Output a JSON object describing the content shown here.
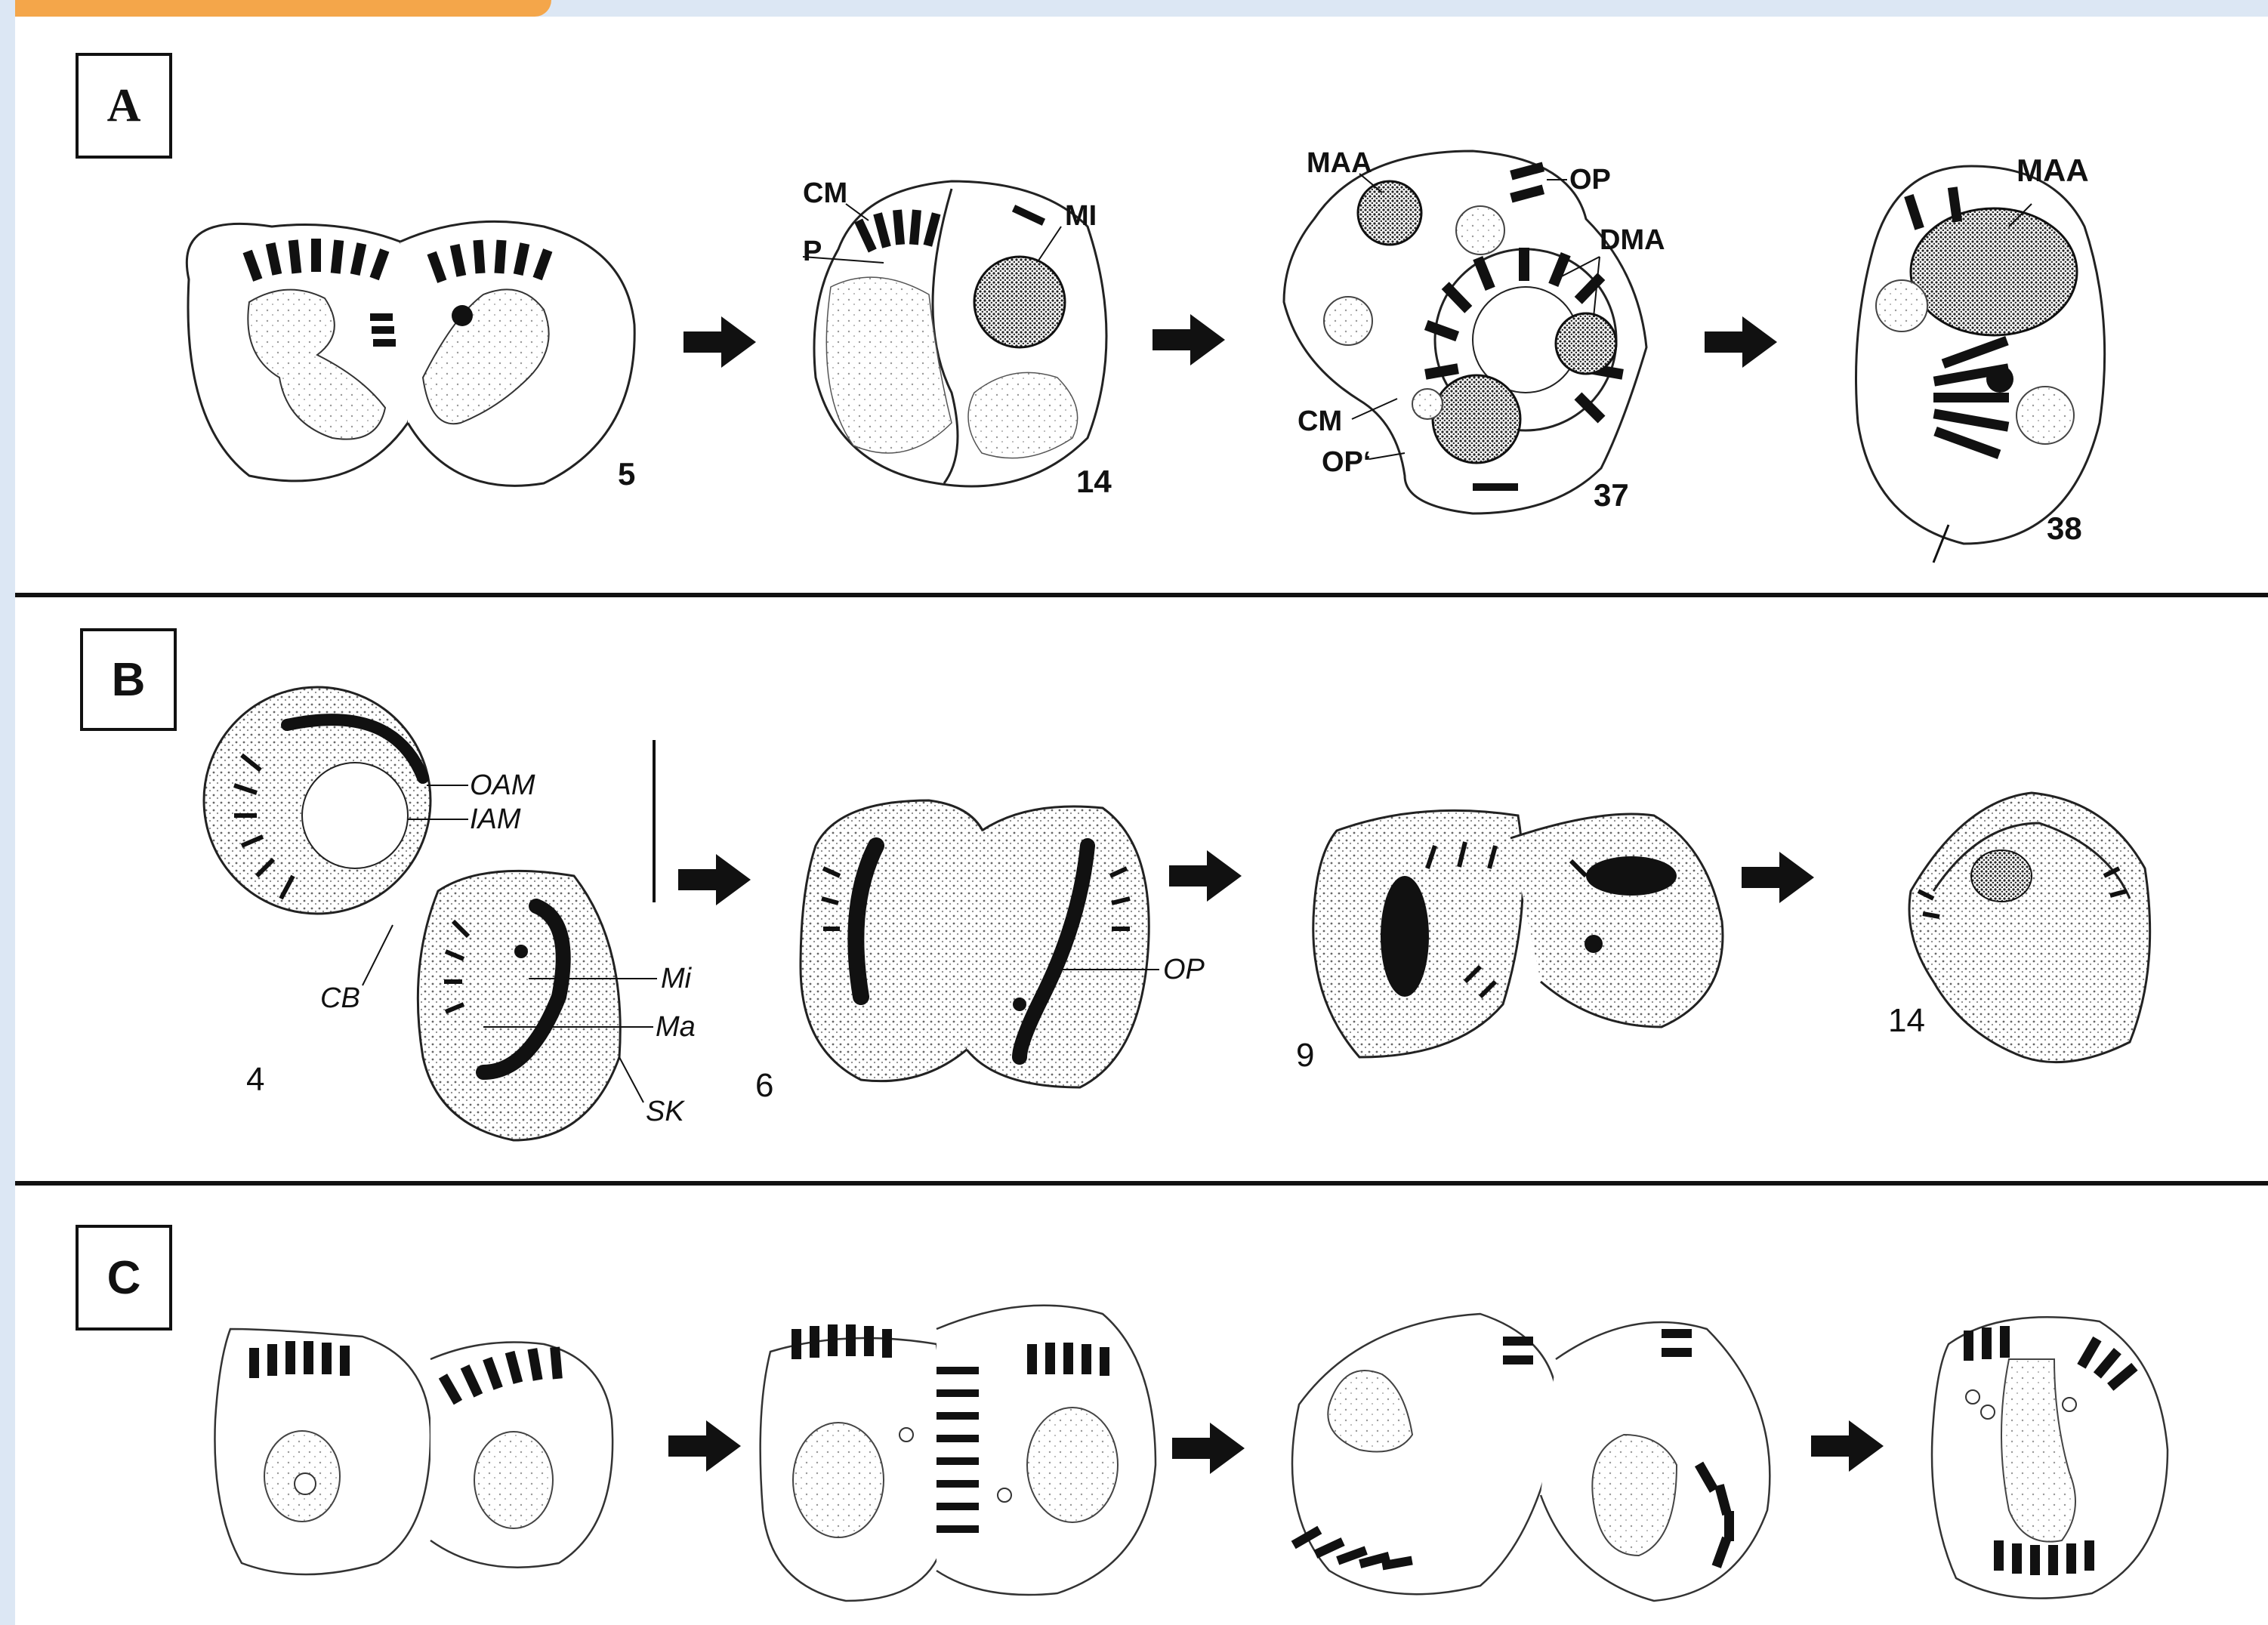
{
  "panels": {
    "a": {
      "label": "A",
      "figures": [
        {
          "number": "5",
          "labels": []
        },
        {
          "number": "14",
          "labels": [
            "CM",
            "MI",
            "P"
          ]
        },
        {
          "number": "37",
          "labels": [
            "MAA",
            "OP",
            "DMA",
            "CM",
            "OP‘"
          ]
        },
        {
          "number": "38",
          "labels": [
            "MAA"
          ]
        }
      ]
    },
    "b": {
      "label": "B",
      "figures": [
        {
          "number": "4",
          "labels": [
            "OAM",
            "IAM",
            "CB",
            "Mi",
            "Ma",
            "SK"
          ]
        },
        {
          "number": "6",
          "labels": [
            "OP"
          ]
        },
        {
          "number": "9",
          "labels": []
        },
        {
          "number": "14",
          "labels": []
        }
      ]
    },
    "c": {
      "label": "C",
      "figures": [
        {
          "number": "",
          "labels": []
        },
        {
          "number": "",
          "labels": []
        },
        {
          "number": "",
          "labels": []
        },
        {
          "number": "",
          "labels": []
        }
      ]
    }
  },
  "colors": {
    "header_bar": "#dce7f4",
    "header_tab": "#f4a64a",
    "ink": "#111111"
  }
}
